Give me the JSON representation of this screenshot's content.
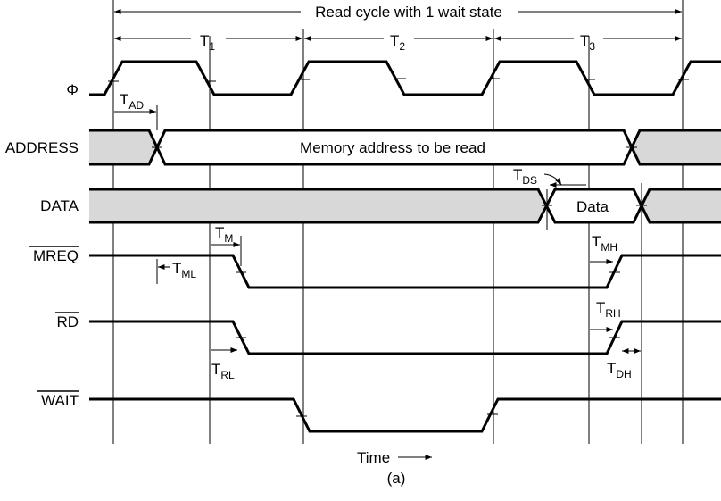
{
  "figure": {
    "read_cycle_label": "Read cycle with 1 wait state",
    "states": [
      {
        "base": "T",
        "sub": "1"
      },
      {
        "base": "T",
        "sub": "2"
      },
      {
        "base": "T",
        "sub": "3"
      }
    ],
    "signals": {
      "clock": "Φ",
      "address": "ADDRESS",
      "data": "DATA",
      "mreq": "MREQ",
      "rd": "RD",
      "wait": "WAIT"
    },
    "bus_text": {
      "address": "Memory address to be read",
      "data": "Data"
    },
    "timings": {
      "t_ad": {
        "base": "T",
        "sub": "AD"
      },
      "t_ds": {
        "base": "T",
        "sub": "DS"
      },
      "t_m": {
        "base": "T",
        "sub": "M"
      },
      "t_ml": {
        "base": "T",
        "sub": "ML"
      },
      "t_mh": {
        "base": "T",
        "sub": "MH"
      },
      "t_rh": {
        "base": "T",
        "sub": "RH"
      },
      "t_rl": {
        "base": "T",
        "sub": "RL"
      },
      "t_dh": {
        "base": "T",
        "sub": "DH"
      }
    },
    "time_label": "Time",
    "caption": "(a)",
    "colors": {
      "line": "#000000",
      "invalid_bus": "#d8d8d8",
      "background": "#ffffff"
    }
  }
}
